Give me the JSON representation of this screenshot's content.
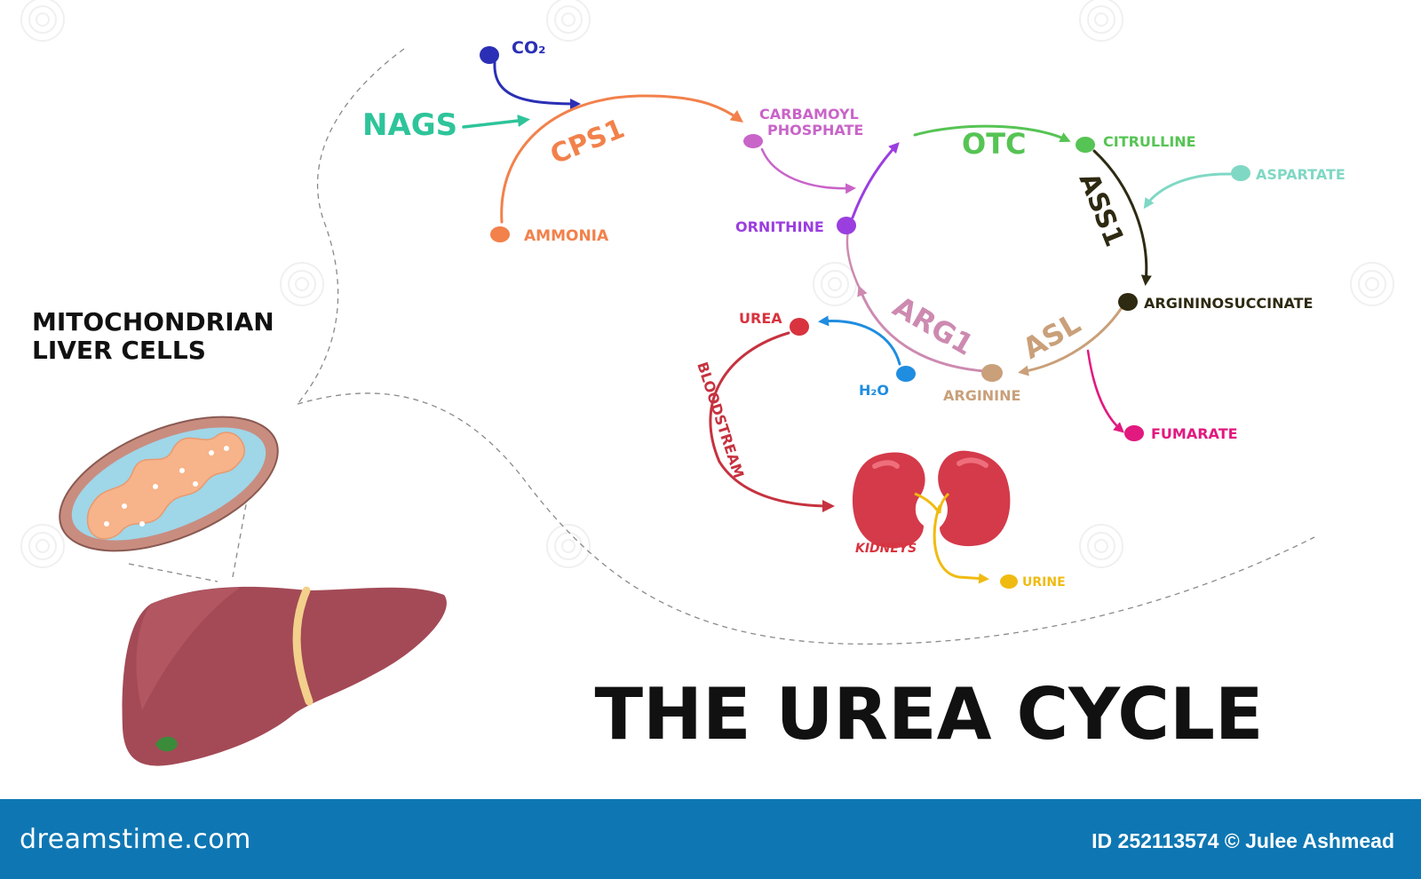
{
  "title": "THE UREA CYCLE",
  "section_label": {
    "line1": "MITOCHONDRIAN",
    "line2": "LIVER CELLS"
  },
  "enzymes": {
    "nags": "NAGS",
    "cps1": "CPS1",
    "otc": "OTC",
    "ass1": "ASS1",
    "asl": "ASL",
    "arg1": "ARG1"
  },
  "metabolites": {
    "co2": "CO₂",
    "ammonia": "AMMONIA",
    "carbamoyl_phosphate_1": "CARBAMOYL",
    "carbamoyl_phosphate_2": "PHOSPHATE",
    "citrulline": "CITRULLINE",
    "aspartate": "ASPARTATE",
    "ornithine": "ORNITHINE",
    "argininosuccinate": "ARGININOSUCCINATE",
    "urea": "UREA",
    "h2o": "H₂O",
    "arginine": "ARGININE",
    "fumarate": "FUMARATE",
    "urine": "URINE"
  },
  "organs": {
    "kidneys": "KIDNEYS",
    "bloodstream": "BLOODSTREAM"
  },
  "footer": {
    "brand": "dreamstime.com",
    "credit": "ID 252113574 © Julee Ashmead"
  },
  "colors": {
    "co2": "#2a2fb5",
    "cps1": "#f2814b",
    "nags": "#2ec49a",
    "carbamoyl": "#c964c9",
    "ornithine": "#9b3ee0",
    "otc": "#56c454",
    "aspartate": "#7fd8c4",
    "ass1": "#2e2a12",
    "asl": "#c9a07a",
    "arg1": "#cd8ab0",
    "urea": "#d8333e",
    "h2o": "#1f8de0",
    "fumarate": "#e2197f",
    "urine": "#f0bb11",
    "footer": "#0e77b3"
  }
}
